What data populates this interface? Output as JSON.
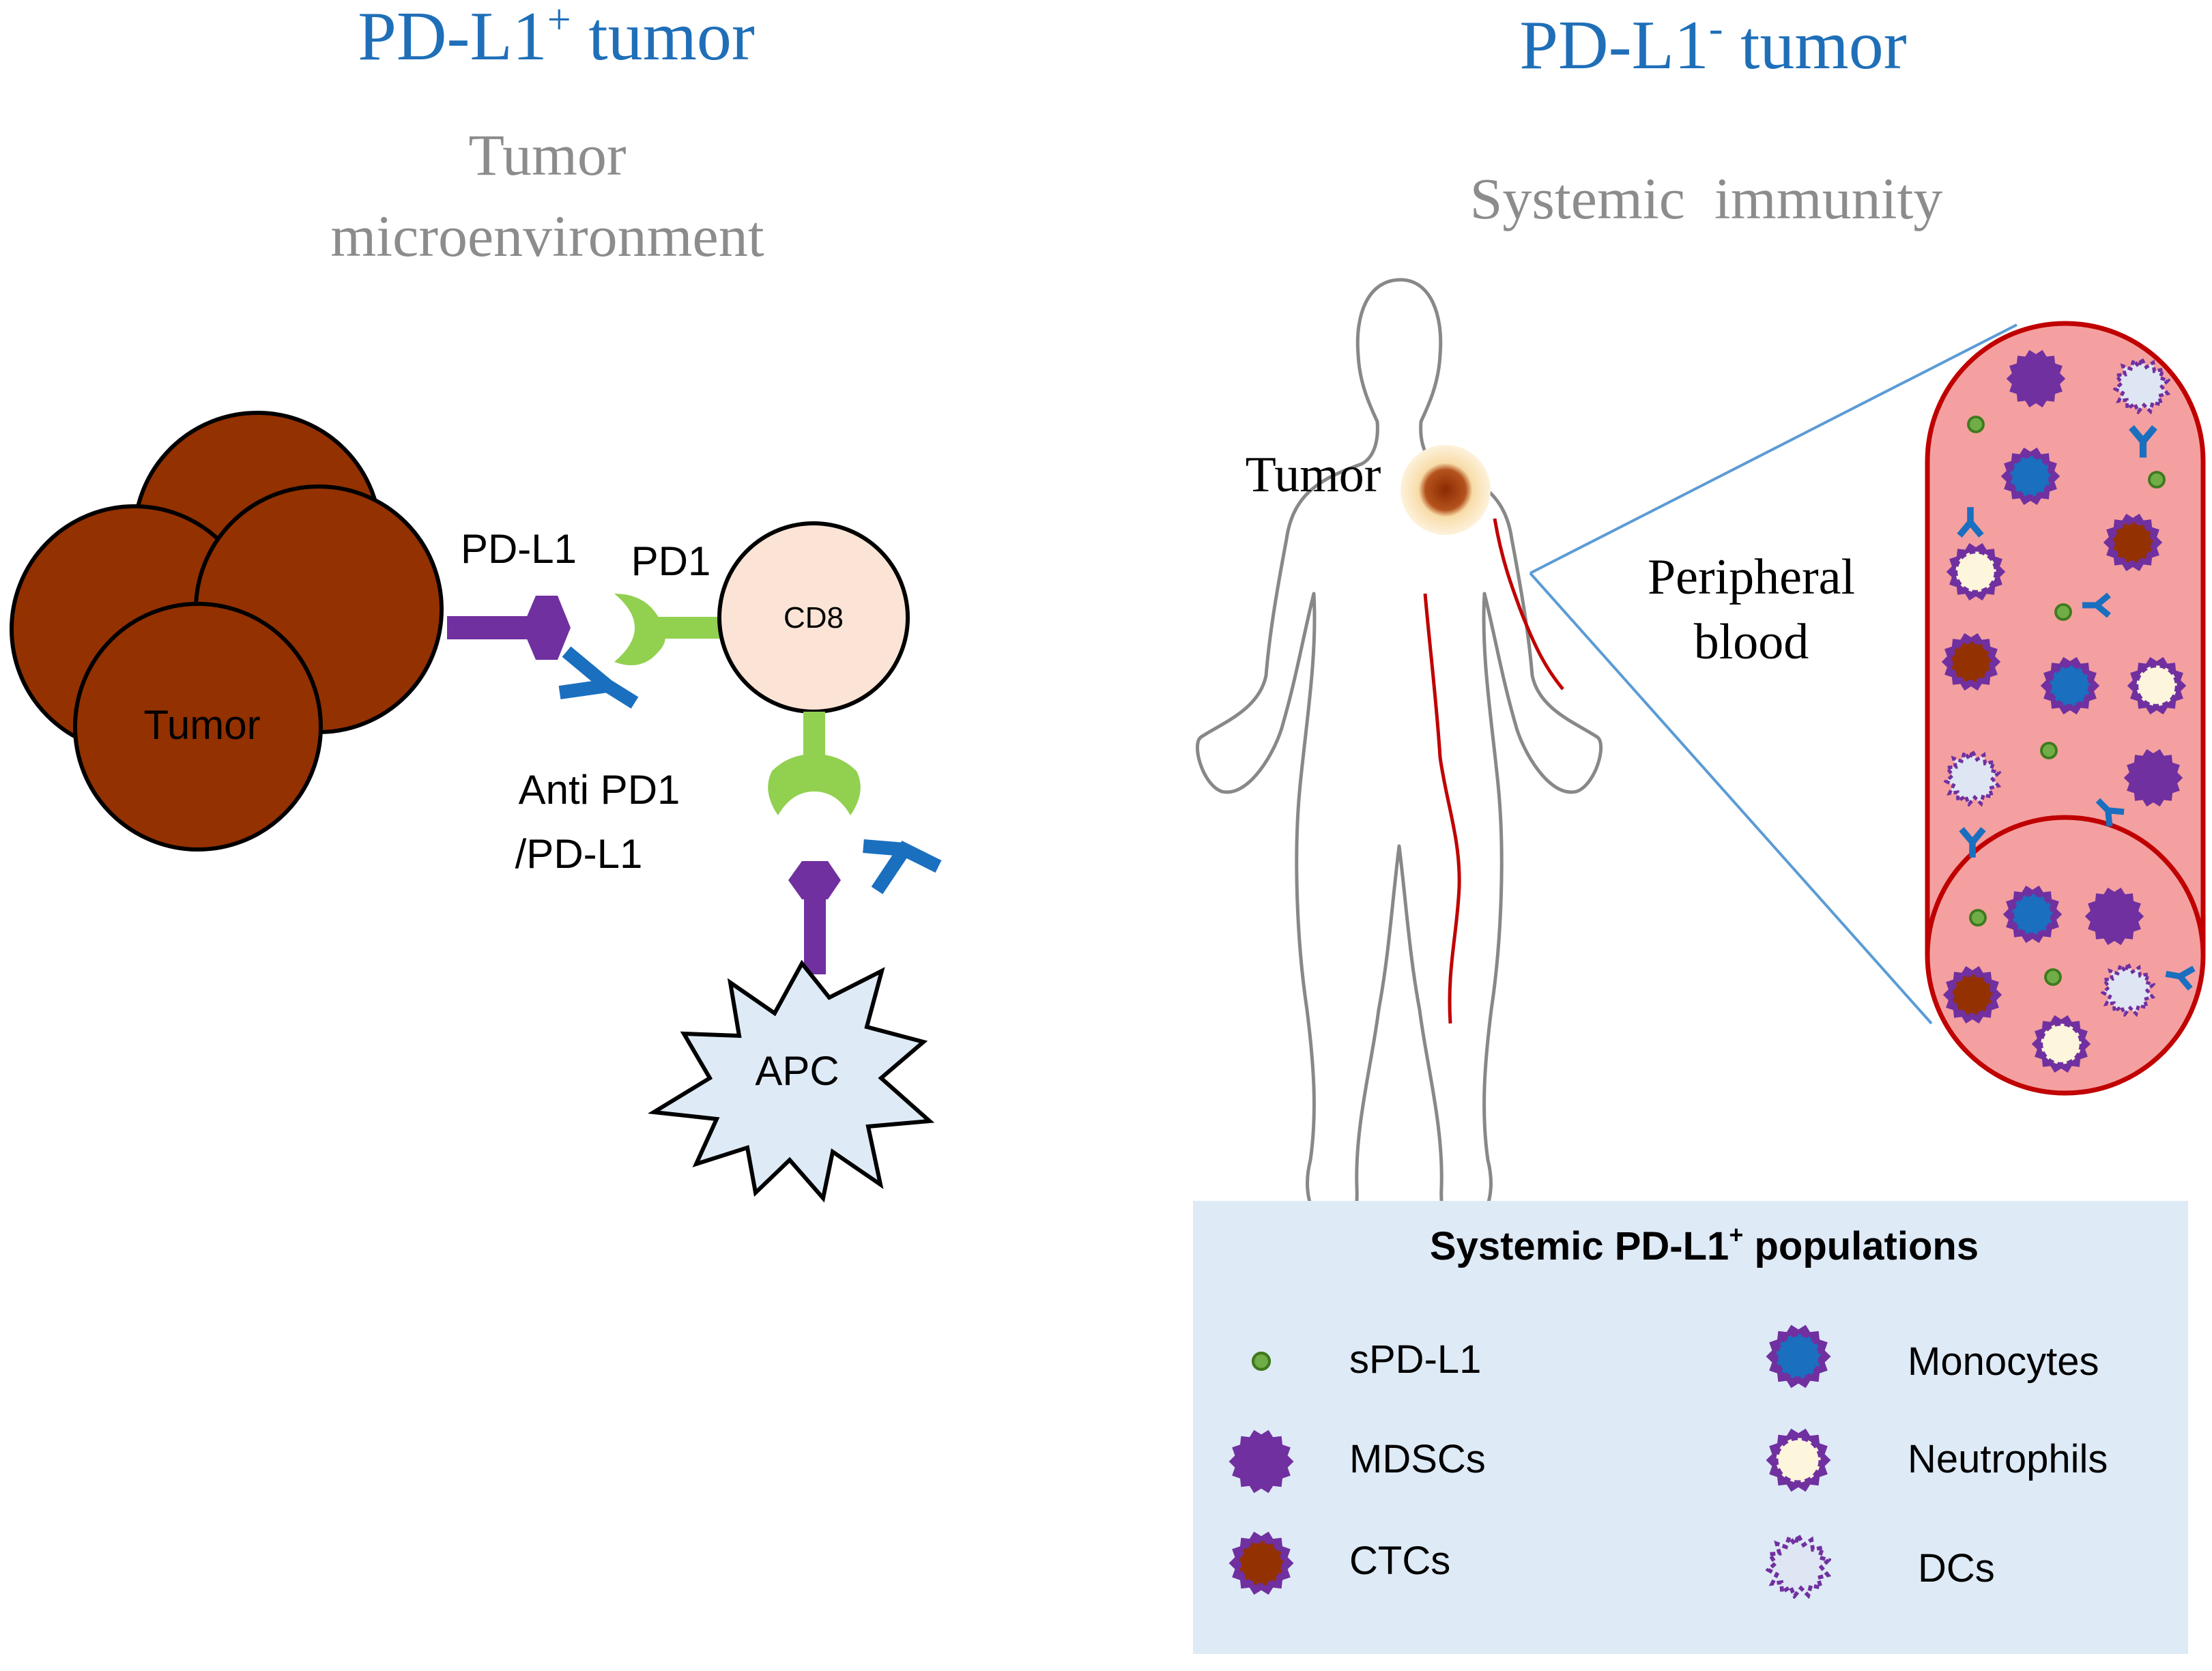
{
  "left_panel": {
    "title_main": "PD-L1",
    "title_sup": "+",
    "title_rest": " tumor",
    "subtitle_line1": "Tumor",
    "subtitle_line2": "microenvironment",
    "tumor_label": "Tumor",
    "pdl1_label": "PD-L1",
    "pd1_label": "PD1",
    "cd8_label": "CD8",
    "antibody_label_line1": "Anti PD1",
    "antibody_label_line2": "/PD-L1",
    "apc_label": "APC"
  },
  "right_panel": {
    "title_main": "PD-L1",
    "title_sup": "-",
    "title_rest": " tumor",
    "subtitle": "Systemic  immunity",
    "tumor_label": "Tumor",
    "blood_label_line1": "Peripheral",
    "blood_label_line2": "blood"
  },
  "legend": {
    "title_main": "Systemic PD-L1",
    "title_sup": "+",
    "title_rest": " populations",
    "items": [
      {
        "label": "sPD-L1",
        "icon": "spdl1-dot-icon"
      },
      {
        "label": "MDSCs",
        "icon": "mdsc-cell-icon"
      },
      {
        "label": "CTCs",
        "icon": "ctc-cell-icon"
      },
      {
        "label": "Monocytes",
        "icon": "monocyte-cell-icon"
      },
      {
        "label": "Neutrophils",
        "icon": "neutrophil-cell-icon"
      },
      {
        "label": "DCs",
        "icon": "dc-cell-icon"
      }
    ]
  },
  "colors": {
    "title_blue": "#1f6fb8",
    "subtitle_gray": "#8c8c8c",
    "tumor_brown": "#943100",
    "purple": "#7030a0",
    "green": "#92d050",
    "antibody_blue": "#1a6fbf",
    "cd8_fill": "#fbe4d5",
    "apc_fill": "#deebf7",
    "vessel_pink": "#f4a0a0",
    "vessel_border": "#c00000",
    "legend_bg": "#deeaf6",
    "spdl1_green": "#70ad47",
    "monocyte_blue": "#1a6fbf",
    "neutrophil_cream": "#fdf5dc"
  }
}
